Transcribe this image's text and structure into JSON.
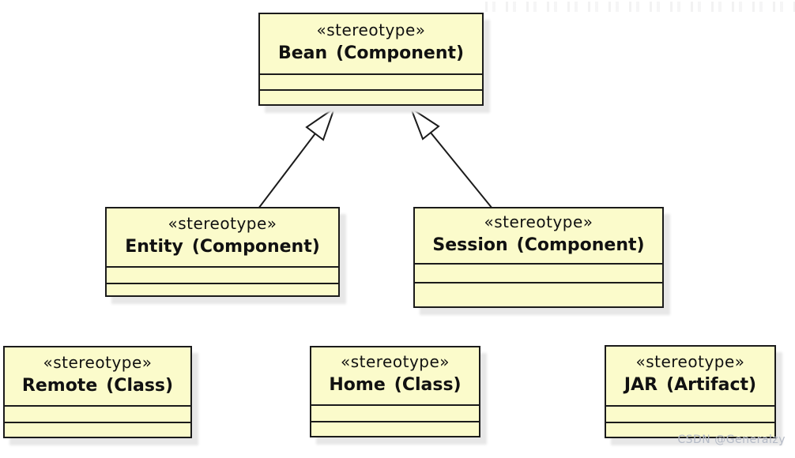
{
  "diagram_type": "uml-class-diagram",
  "boxes": [
    {
      "id": "bean",
      "stereotype": "«stereotype»",
      "name": "Bean",
      "qualifier": "(Component)"
    },
    {
      "id": "entity",
      "stereotype": "«stereotype»",
      "name": "Entity",
      "qualifier": "(Component)"
    },
    {
      "id": "session",
      "stereotype": "«stereotype»",
      "name": "Session",
      "qualifier": "(Component)"
    },
    {
      "id": "remote",
      "stereotype": "«stereotype»",
      "name": "Remote",
      "qualifier": "(Class)"
    },
    {
      "id": "home",
      "stereotype": "«stereotype»",
      "name": "Home",
      "qualifier": "(Class)"
    },
    {
      "id": "jar",
      "stereotype": "«stereotype»",
      "name": "JAR",
      "qualifier": "(Artifact)"
    }
  ],
  "relations": [
    {
      "type": "generalization",
      "from": "Entity (Component)",
      "to": "Bean (Component)",
      "arrowhead": "hollow-triangle"
    },
    {
      "type": "generalization",
      "from": "Session (Component)",
      "to": "Bean (Component)",
      "arrowhead": "hollow-triangle"
    }
  ],
  "watermark": "CSDN @Generalzy",
  "colors": {
    "box_fill": "#fbfbcb",
    "box_border": "#1b1b1b",
    "shadow": "#e7e7e7",
    "line": "#1b1b1b",
    "arrowhead_fill": "#ffffff",
    "watermark": "#b4bac6",
    "background": "#ffffff"
  }
}
